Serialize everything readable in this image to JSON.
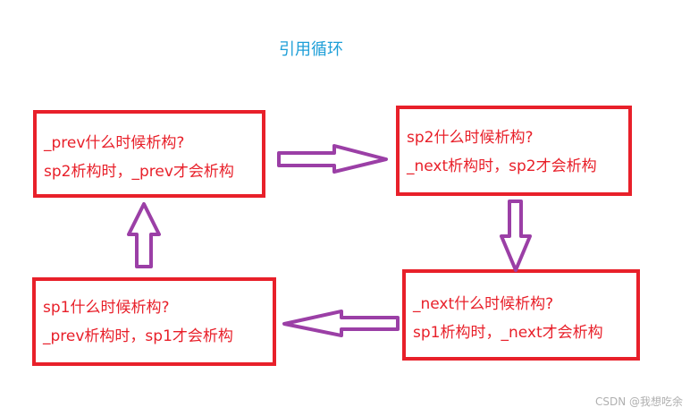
{
  "title": "引用循环",
  "boxes": {
    "prev": {
      "line1": "_prev什么时候析构?",
      "line2": "sp2析构时，_prev才会析构"
    },
    "sp2": {
      "line1": "sp2什么时候析构?",
      "line2": "_next析构时，sp2才会析构"
    },
    "next": {
      "line1": "_next什么时候析构?",
      "line2": "sp1析构时，_next才会析构"
    },
    "sp1": {
      "line1": "sp1什么时候析构?",
      "line2": "_prev析构时，sp1才会析构"
    }
  },
  "colors": {
    "title": "#1e9fd8",
    "box_border": "#e8202a",
    "box_text": "#e8202a",
    "arrow_stroke": "#9b3fa6"
  },
  "watermark": "CSDN @我想吃余"
}
